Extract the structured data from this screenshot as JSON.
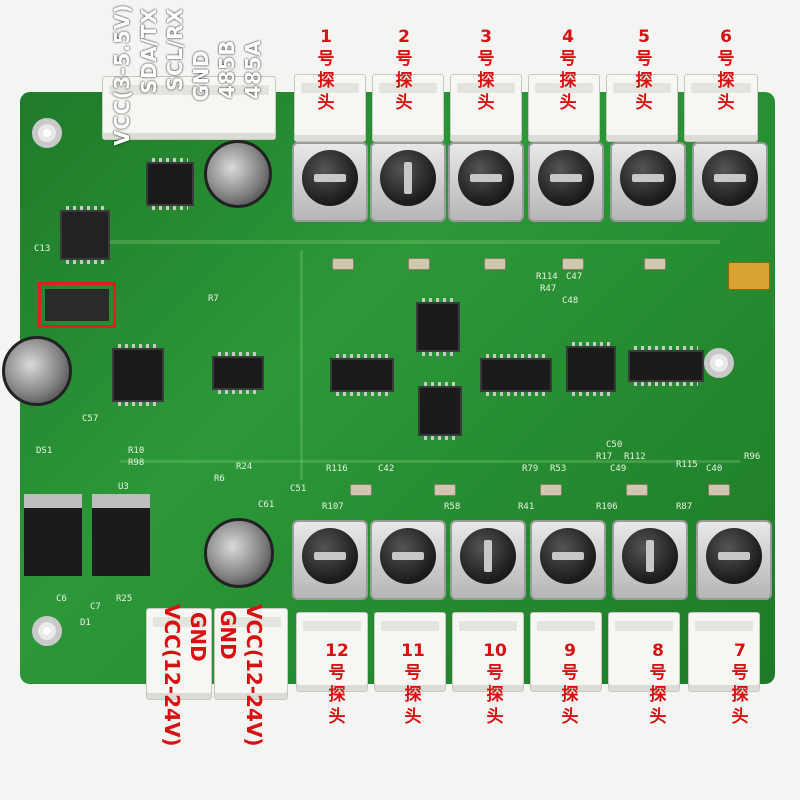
{
  "top_probes": [
    {
      "num": "1",
      "chars": [
        "号",
        "探",
        "头"
      ]
    },
    {
      "num": "2",
      "chars": [
        "号",
        "探",
        "头"
      ]
    },
    {
      "num": "3",
      "chars": [
        "号",
        "探",
        "头"
      ]
    },
    {
      "num": "4",
      "chars": [
        "号",
        "探",
        "头"
      ]
    },
    {
      "num": "5",
      "chars": [
        "号",
        "探",
        "头"
      ]
    },
    {
      "num": "6",
      "chars": [
        "号",
        "探",
        "头"
      ]
    }
  ],
  "bottom_probes": [
    {
      "num": "12",
      "chars": [
        "号",
        "探",
        "头"
      ]
    },
    {
      "num": "11",
      "chars": [
        "号",
        "探",
        "头"
      ]
    },
    {
      "num": "10",
      "chars": [
        "号",
        "探",
        "头"
      ]
    },
    {
      "num": "9",
      "chars": [
        "号",
        "探",
        "头"
      ]
    },
    {
      "num": "8",
      "chars": [
        "号",
        "探",
        "头"
      ]
    },
    {
      "num": "7",
      "chars": [
        "号",
        "探",
        "头"
      ]
    }
  ],
  "top_left_pins": [
    "VCC(3-5.5V)",
    "SDA/TX",
    "SCL/RX",
    "GND",
    "485B",
    "485A"
  ],
  "bottom_left_pins": [
    "VCC(12-24V)",
    "GND"
  ],
  "bottom_right_pins": [
    "GND",
    "VCC(12-24V)"
  ],
  "silkscreen": [
    "C13",
    "R7",
    "R10",
    "R98",
    "R24",
    "C57",
    "C61",
    "R114",
    "C47",
    "R47",
    "C48",
    "R116",
    "C42",
    "R79",
    "R53",
    "C49",
    "R115",
    "C40",
    "R96",
    "R107",
    "R58",
    "R41",
    "R106",
    "R87",
    "C51",
    "R17",
    "R112",
    "C50",
    "U3",
    "C6",
    "C7",
    "R25",
    "D1",
    "DS1",
    "R6"
  ],
  "colors": {
    "label_red": "#d81010",
    "pcb_green": "#2c9838"
  }
}
